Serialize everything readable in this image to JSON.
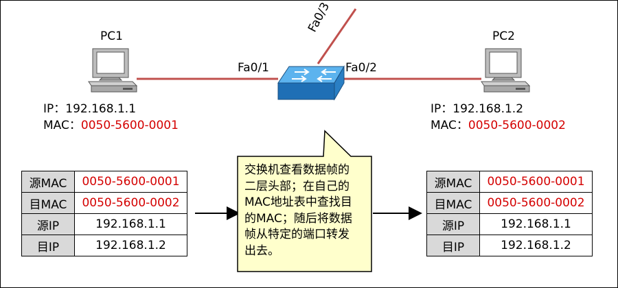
{
  "pc1": {
    "name": "PC1",
    "ip_label": "IP：",
    "ip": "192.168.1.1",
    "mac_label": "MAC：",
    "mac": "0050-5600-0001"
  },
  "pc2": {
    "name": "PC2",
    "ip_label": "IP：",
    "ip": "192.168.1.2",
    "mac_label": "MAC：",
    "mac": "0050-5600-0002"
  },
  "switch_ports": {
    "p1": "Fa0/1",
    "p2": "Fa0/2",
    "p3": "Fa0/3"
  },
  "frame_in": {
    "rows": [
      {
        "key": "源MAC",
        "value": "0050-5600-0001"
      },
      {
        "key": "目MAC",
        "value": "0050-5600-0002"
      },
      {
        "key": "源IP",
        "value": "192.168.1.1"
      },
      {
        "key": "目IP",
        "value": "192.168.1.2"
      }
    ]
  },
  "frame_out": {
    "rows": [
      {
        "key": "源MAC",
        "value": "0050-5600-0001"
      },
      {
        "key": "目MAC",
        "value": "0050-5600-0002"
      },
      {
        "key": "源IP",
        "value": "192.168.1.1"
      },
      {
        "key": "目IP",
        "value": "192.168.1.2"
      }
    ]
  },
  "callout": {
    "line1": "交换机查看数据帧的",
    "line2": "二层头部；在自己的",
    "line3": "MAC地址表中查找目",
    "line4": "的MAC；随后将数据",
    "line5": "帧从特定的端口转发",
    "line6": "出去。"
  },
  "colors": {
    "link": "#c0504d",
    "mac_text": "#d40000",
    "callout_fill": "#ffffcc",
    "key_cell": "#d9d9d9",
    "switch_blue": "#2f8fd8"
  }
}
